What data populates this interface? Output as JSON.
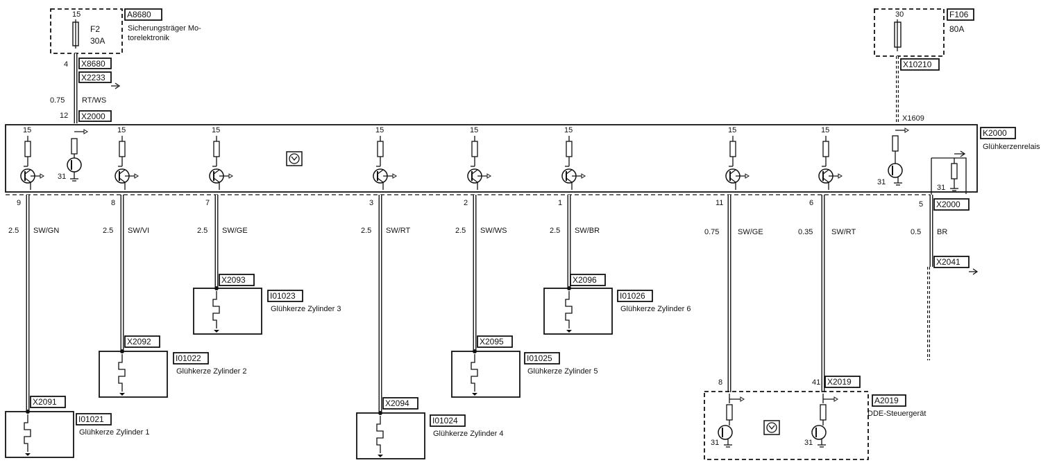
{
  "diagram": {
    "fuse_left": {
      "tag": "A8680",
      "desc_line1": "Sicherungsträger Mo-",
      "desc_line2": "torelektronik",
      "terminal": "15",
      "fuse_name": "F2",
      "rating": "30A",
      "pin": "4",
      "connector1": "X8680",
      "connector2": "X2233"
    },
    "supply_wire": {
      "gauge": "0.75",
      "color": "RT/WS",
      "pin": "12",
      "connector": "X2000"
    },
    "fuse_right": {
      "terminal": "30",
      "tag": "F106",
      "rating": "80A",
      "connector": "X10210",
      "connector2": "X1609"
    },
    "relay": {
      "tag": "K2000",
      "desc": "Glühkerzenrelais",
      "terminal": "15",
      "ground": "31"
    },
    "outputs": [
      {
        "pin": "9",
        "gauge": "2.5",
        "color": "SW/GN",
        "connector": "X2091",
        "part": "I01021",
        "desc": "Glühkerze Zylinder 1"
      },
      {
        "pin": "8",
        "gauge": "2.5",
        "color": "SW/VI",
        "connector": "X2092",
        "part": "I01022",
        "desc": "Glühkerze Zylinder 2"
      },
      {
        "pin": "7",
        "gauge": "2.5",
        "color": "SW/GE",
        "connector": "X2093",
        "part": "I01023",
        "desc": "Glühkerze Zylinder 3"
      },
      {
        "pin": "3",
        "gauge": "2.5",
        "color": "SW/RT",
        "connector": "X2094",
        "part": "I01024",
        "desc": "Glühkerze Zylinder 4"
      },
      {
        "pin": "2",
        "gauge": "2.5",
        "color": "SW/WS",
        "connector": "X2095",
        "part": "I01025",
        "desc": "Glühkerze Zylinder 5"
      },
      {
        "pin": "1",
        "gauge": "2.5",
        "color": "SW/BR",
        "connector": "X2096",
        "part": "I01026",
        "desc": "Glühkerze Zylinder 6"
      }
    ],
    "control_wires": [
      {
        "pin": "11",
        "gauge": "0.75",
        "color": "SW/GE",
        "ecu_pin": "8"
      },
      {
        "pin": "6",
        "gauge": "0.35",
        "color": "SW/RT",
        "ecu_pin": "41"
      }
    ],
    "ground_wire": {
      "pin": "5",
      "gauge": "0.5",
      "color": "BR",
      "connector": "X2000",
      "connector2": "X2041"
    },
    "ecu": {
      "tag": "A2019",
      "desc": "DDE-Steuergerät",
      "connector": "X2019",
      "ground": "31"
    }
  }
}
